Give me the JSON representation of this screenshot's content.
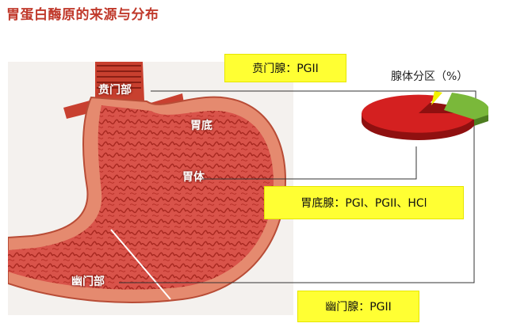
{
  "title": "胃蛋白酶原的来源与分布",
  "labels": {
    "cardia": "贲门部",
    "fundus": "胃底",
    "body": "胃体",
    "pylorus": "幽门部"
  },
  "boxes": {
    "cardia_gland": "贲门腺：PGII",
    "fundic_gland": "胃底腺：PGI、PGII、HCl",
    "pyloric_gland": "幽门腺：PGII"
  },
  "pie": {
    "title": "腺体分区（%）",
    "colors": {
      "main": "#d42020",
      "minor_yellow": "#f2f200",
      "minor_green": "#7ab83a"
    }
  }
}
